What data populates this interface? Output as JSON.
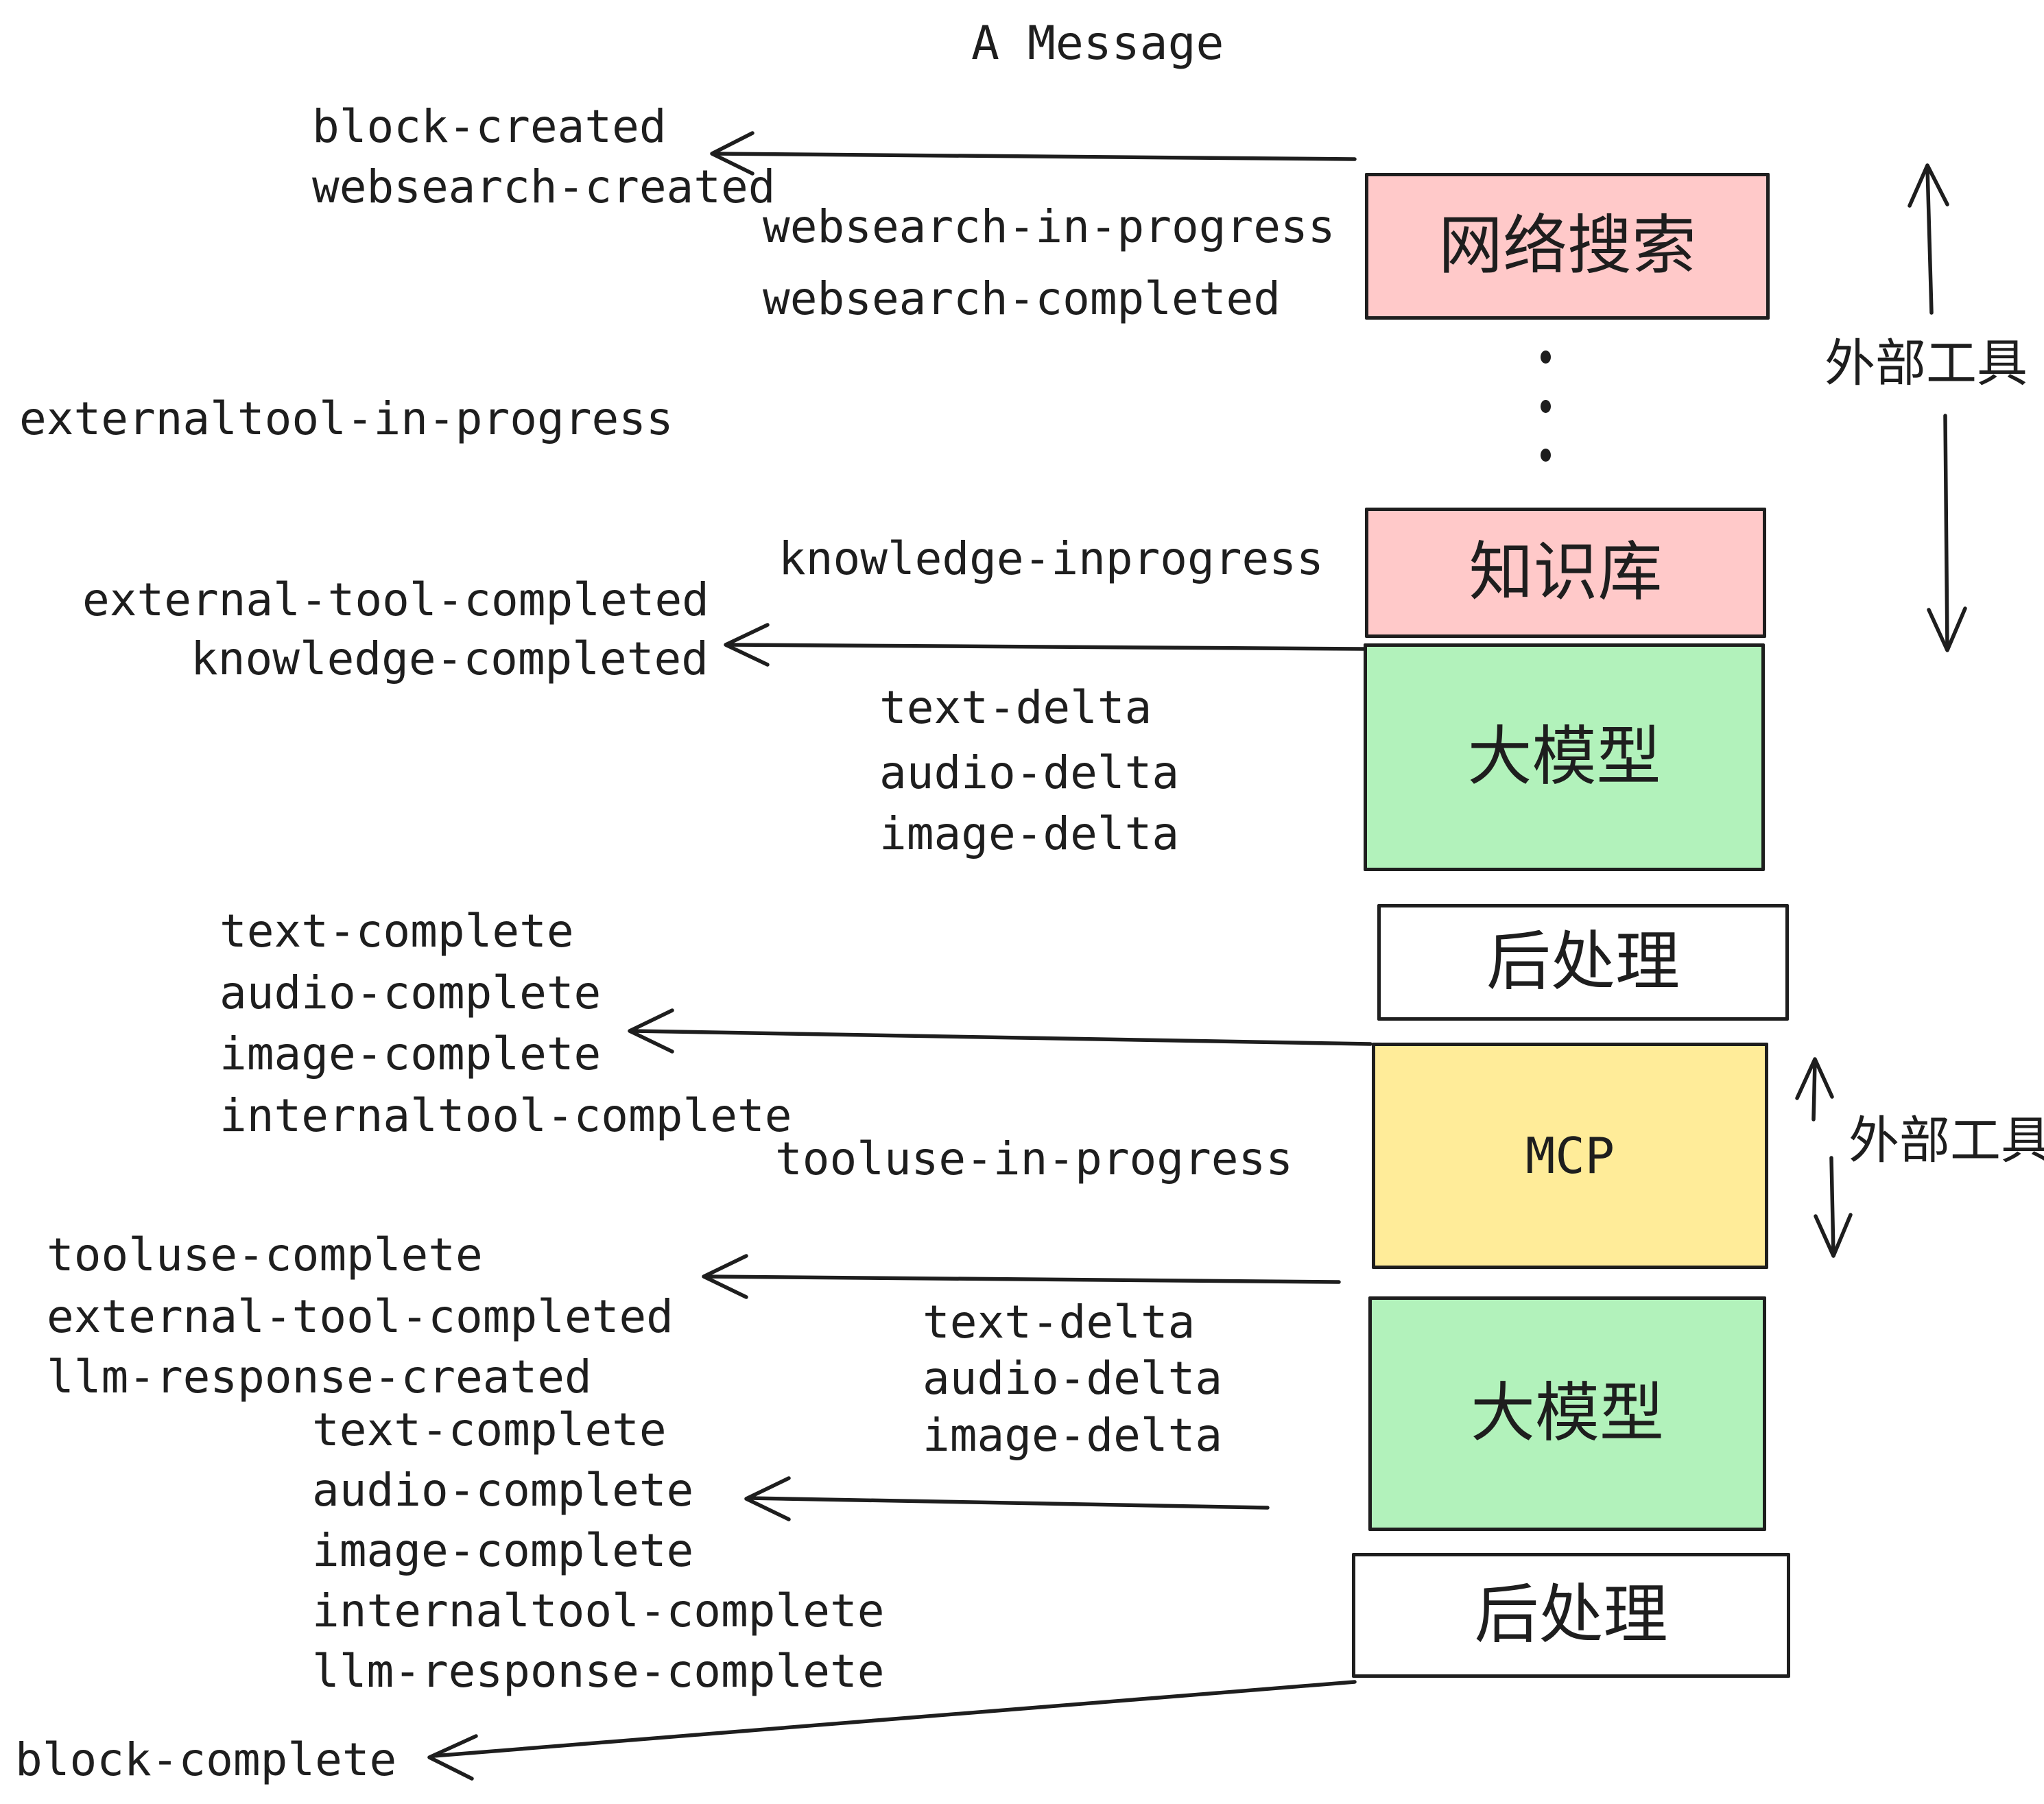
{
  "title": "A Message",
  "palette": {
    "ink": "#1e1e1e",
    "pink": "#ffc9c9",
    "green": "#b2f2bb",
    "yellow": "#ffec99",
    "white": "#ffffff",
    "background": "#ffffff"
  },
  "pipeline": {
    "boxes": [
      {
        "label": "网络搜索",
        "meaning": "web-search",
        "color": "#ffc9c9"
      },
      {
        "label": "知识库",
        "meaning": "knowledge-base",
        "color": "#ffc9c9"
      },
      {
        "label": "大模型",
        "meaning": "large-model",
        "color": "#b2f2bb"
      },
      {
        "label": "后处理",
        "meaning": "post-processing",
        "color": "#ffffff"
      },
      {
        "label": "MCP",
        "meaning": "mcp-tools",
        "color": "#ffec99"
      },
      {
        "label": "大模型",
        "meaning": "large-model",
        "color": "#b2f2bb"
      },
      {
        "label": "后处理",
        "meaning": "post-processing",
        "color": "#ffffff"
      }
    ],
    "side_labels": [
      {
        "text": "外部工具",
        "meaning": "external-tools"
      },
      {
        "text": "外部工具",
        "meaning": "external-tools"
      }
    ]
  },
  "events": [
    {
      "text": "block-created"
    },
    {
      "text": "websearch-created"
    },
    {
      "text": "websearch-in-progress"
    },
    {
      "text": "websearch-completed"
    },
    {
      "text": "externaltool-in-progress"
    },
    {
      "text": "knowledge-inprogress"
    },
    {
      "text": "external-tool-completed"
    },
    {
      "text": "knowledge-completed"
    },
    {
      "text": "text-delta"
    },
    {
      "text": "audio-delta"
    },
    {
      "text": "image-delta"
    },
    {
      "text": "text-complete"
    },
    {
      "text": "audio-complete"
    },
    {
      "text": "image-complete"
    },
    {
      "text": "internaltool-complete"
    },
    {
      "text": "tooluse-in-progress"
    },
    {
      "text": "tooluse-complete"
    },
    {
      "text": "external-tool-completed"
    },
    {
      "text": "llm-response-created"
    },
    {
      "text": "text-delta"
    },
    {
      "text": "audio-delta"
    },
    {
      "text": "image-delta"
    },
    {
      "text": "text-complete"
    },
    {
      "text": "audio-complete"
    },
    {
      "text": "image-complete"
    },
    {
      "text": "internaltool-complete"
    },
    {
      "text": "llm-response-complete"
    },
    {
      "text": "block-complete"
    }
  ]
}
